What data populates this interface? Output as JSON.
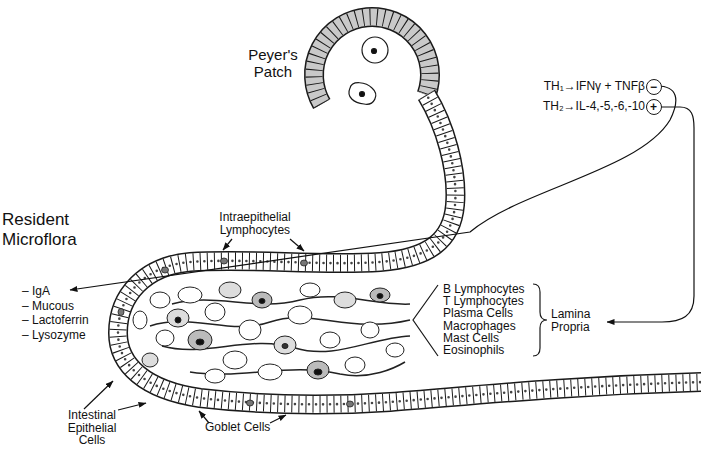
{
  "diagram": {
    "nodes": [
      {
        "text": [
          "−"
        ]
      },
      {
        "text": [
          "+"
        ]
      }
    ],
    "labels": [
      "Peyer's Patch",
      "TH₁→IFNγ + TNFβ",
      "TH₂→IL-4,-5,-6,-10",
      "Resident Microflora",
      "– IgA",
      "– Mucous",
      "– Lactoferrin",
      "– Lysozyme",
      "Intraepithelial Lymphocytes",
      "B Lymphocytes",
      "T Lymphocytes",
      "Plasma Cells",
      "Macrophages",
      "Mast Cells",
      "Eosinophils",
      "Lamina Propria",
      "Intestinal Epithelial Cells",
      "Goblet Cells"
    ]
  }
}
